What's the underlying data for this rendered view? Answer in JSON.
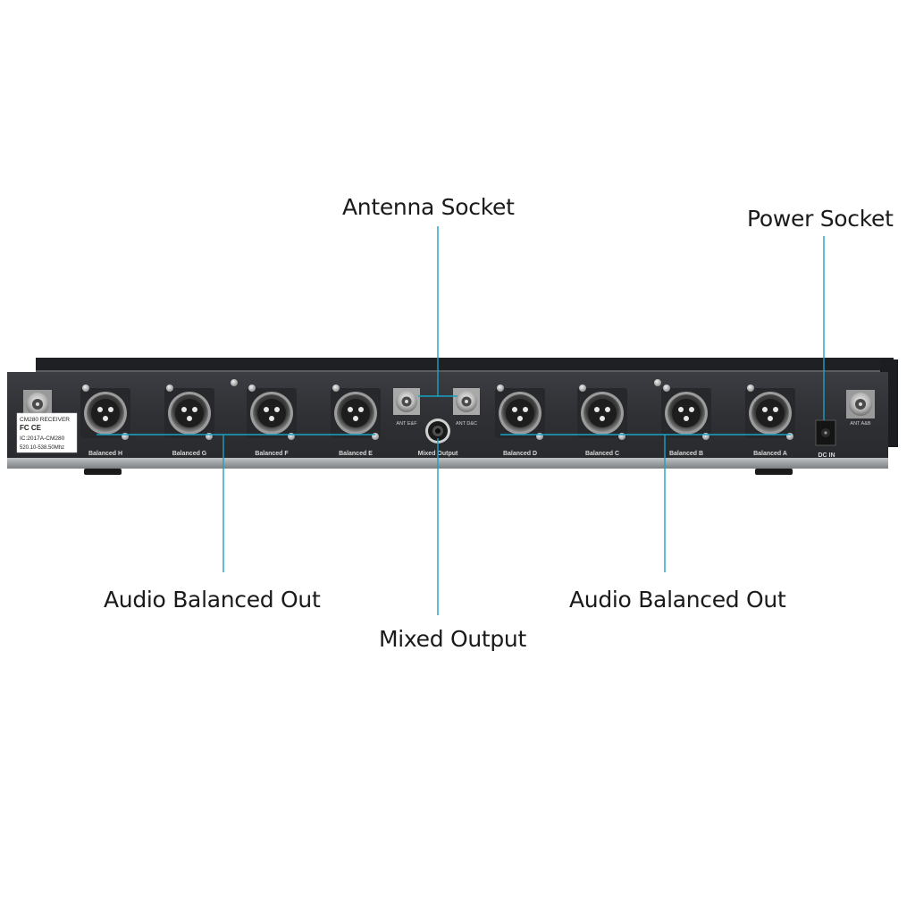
{
  "callouts": {
    "antenna_socket": "Antenna Socket",
    "power_socket": "Power Socket",
    "audio_balanced_out_left": "Audio Balanced Out",
    "audio_balanced_out_right": "Audio Balanced Out",
    "mixed_output": "Mixed Output"
  },
  "panel": {
    "label_sticker": {
      "model": "CM280 RECEIVER",
      "marks": "FC  CE",
      "ic": "IC:2017A-CM280",
      "freq": "520.10-538.50Mhz"
    },
    "connector_labels": {
      "h": "Balanced H",
      "g": "Balanced G",
      "f": "Balanced F",
      "e": "Balanced E",
      "mixed": "Mixed Output",
      "d": "Balanced D",
      "c": "Balanced C",
      "b": "Balanced B",
      "a": "Balanced A",
      "dc": "DC IN",
      "ant_ef": "ANT E&F",
      "ant_dc": "ANT D&C",
      "ant_ab": "ANT A&B"
    }
  },
  "colors": {
    "leader_line": "#1aa3c4",
    "panel_face": "#303236",
    "rack_ear": "#1c1d20"
  }
}
